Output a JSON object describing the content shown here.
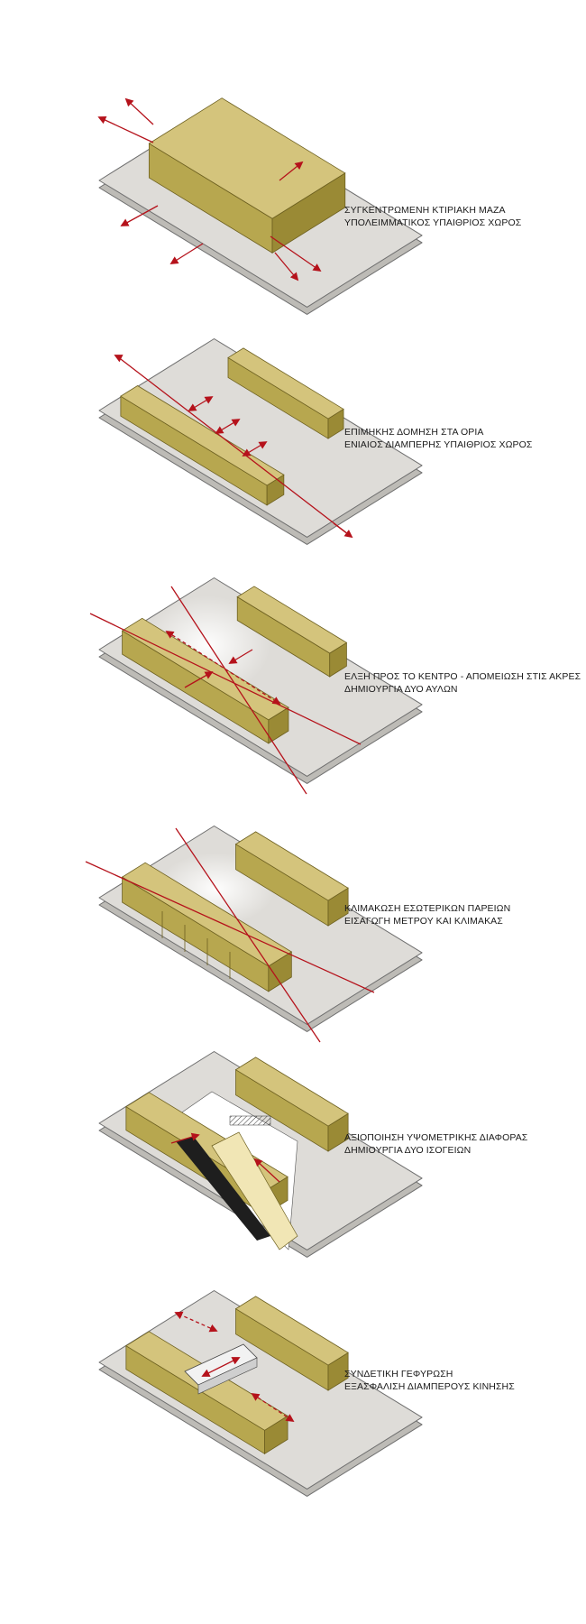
{
  "colors": {
    "mass_top": "#d4c47c",
    "mass_front": "#b7a74f",
    "mass_side": "#9a8a35",
    "step_top": "#cbb978",
    "step_front": "#b3a262",
    "site_fill": "#dedcd8",
    "site_edge": "#6e6e6e",
    "arrow": "#b5121b",
    "bridge": "#f2f2f2"
  },
  "stages": [
    {
      "caption_lines": [
        "ΣΥΓΚΕΝΤΡΩΜΕΝΗ ΚΤΙΡΙΑΚΗ ΜΑΖΑ",
        "ΥΠΟΛΕΙΜΜΑΤΙΚΟΣ ΥΠΑΙΘΡΙΟΣ ΧΩΡΟΣ"
      ]
    },
    {
      "caption_lines": [
        "ΕΠΙΜΗΚΗΣ ΔΟΜΗΣΗ ΣΤΑ ΟΡΙΑ",
        "ΕΝΙΑΙΟΣ ΔΙΑΜΠΕΡΗΣ ΥΠΑΙΘΡΙΟΣ ΧΩΡΟΣ"
      ]
    },
    {
      "caption_lines": [
        "ΕΛΞΗ ΠΡΟΣ ΤΟ ΚΕΝΤΡΟ - ΑΠΟΜΕΙΩΣΗ ΣΤΙΣ ΑΚΡΕΣ",
        "ΔΗΜΙΟΥΡΓΙΑ ΔΥΟ ΑΥΛΩΝ"
      ]
    },
    {
      "caption_lines": [
        "ΚΛΙΜΑΚΩΣΗ ΕΣΩΤΕΡΙΚΩΝ ΠΑΡΕΙΩΝ",
        "ΕΙΣΑΓΩΓΗ ΜΕΤΡΟΥ ΚΑΙ ΚΛΙΜΑΚΑΣ"
      ]
    },
    {
      "caption_lines": [
        "ΑΞΙΟΠΟΙΗΣΗ ΥΨΟΜΕΤΡΙΚΗΣ ΔΙΑΦΟΡΑΣ",
        "ΔΗΜΙΟΥΡΓΙΑ ΔΥΟ ΙΣΟΓΕΙΩΝ"
      ]
    },
    {
      "caption_lines": [
        "ΣΥΝΔΕΤΙΚΗ ΓΕΦΥΡΩΣΗ",
        "ΕΞΑΣΦΑΛΙΣΗ ΔΙΑΜΠΕΡΟΥΣ ΚΙΝΗΣΗΣ"
      ]
    }
  ]
}
